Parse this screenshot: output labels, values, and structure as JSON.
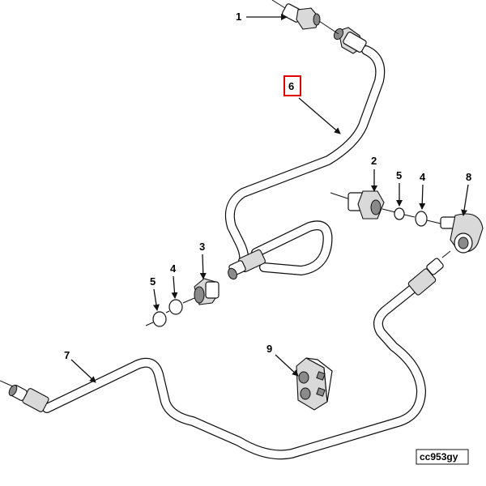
{
  "diagram": {
    "callouts": {
      "p1": "1",
      "p2": "2",
      "p3": "3",
      "p4_left": "4",
      "p4_right": "4",
      "p5_left": "5",
      "p5_right": "5",
      "p6": "6",
      "p7": "7",
      "p8": "8",
      "p9": "9"
    },
    "highlight_color": "#e00000",
    "image_code": "cc953gy"
  }
}
